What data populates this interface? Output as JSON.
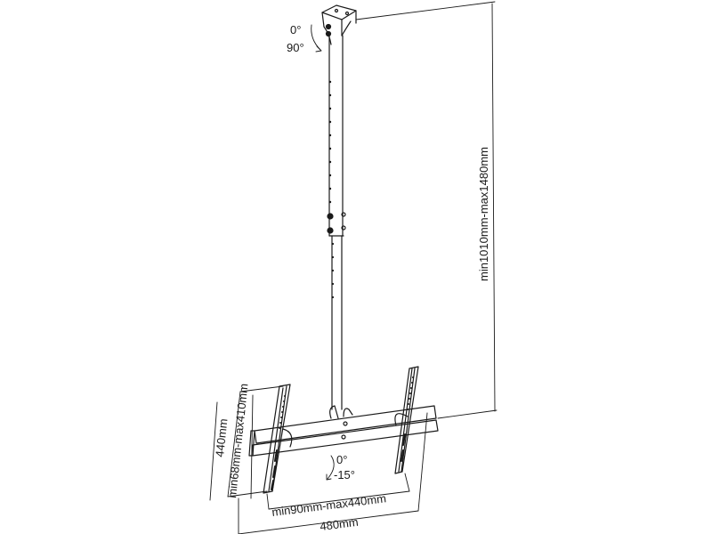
{
  "diagram": {
    "subject": "Ceiling TV mount",
    "colors": {
      "line": "#1a1a1a",
      "background": "#ffffff"
    },
    "labels": {
      "swivel_top_start": "0°",
      "swivel_top_end": "90°",
      "height_range": "min1010mm-max1480mm",
      "tilt_start": "0°",
      "tilt_end": "-15°",
      "bracket_height": "440mm",
      "vesa_vertical": "min68mm-max410mm",
      "vesa_horizontal": "min90mm-max440mm",
      "bracket_width": "480mm"
    }
  }
}
